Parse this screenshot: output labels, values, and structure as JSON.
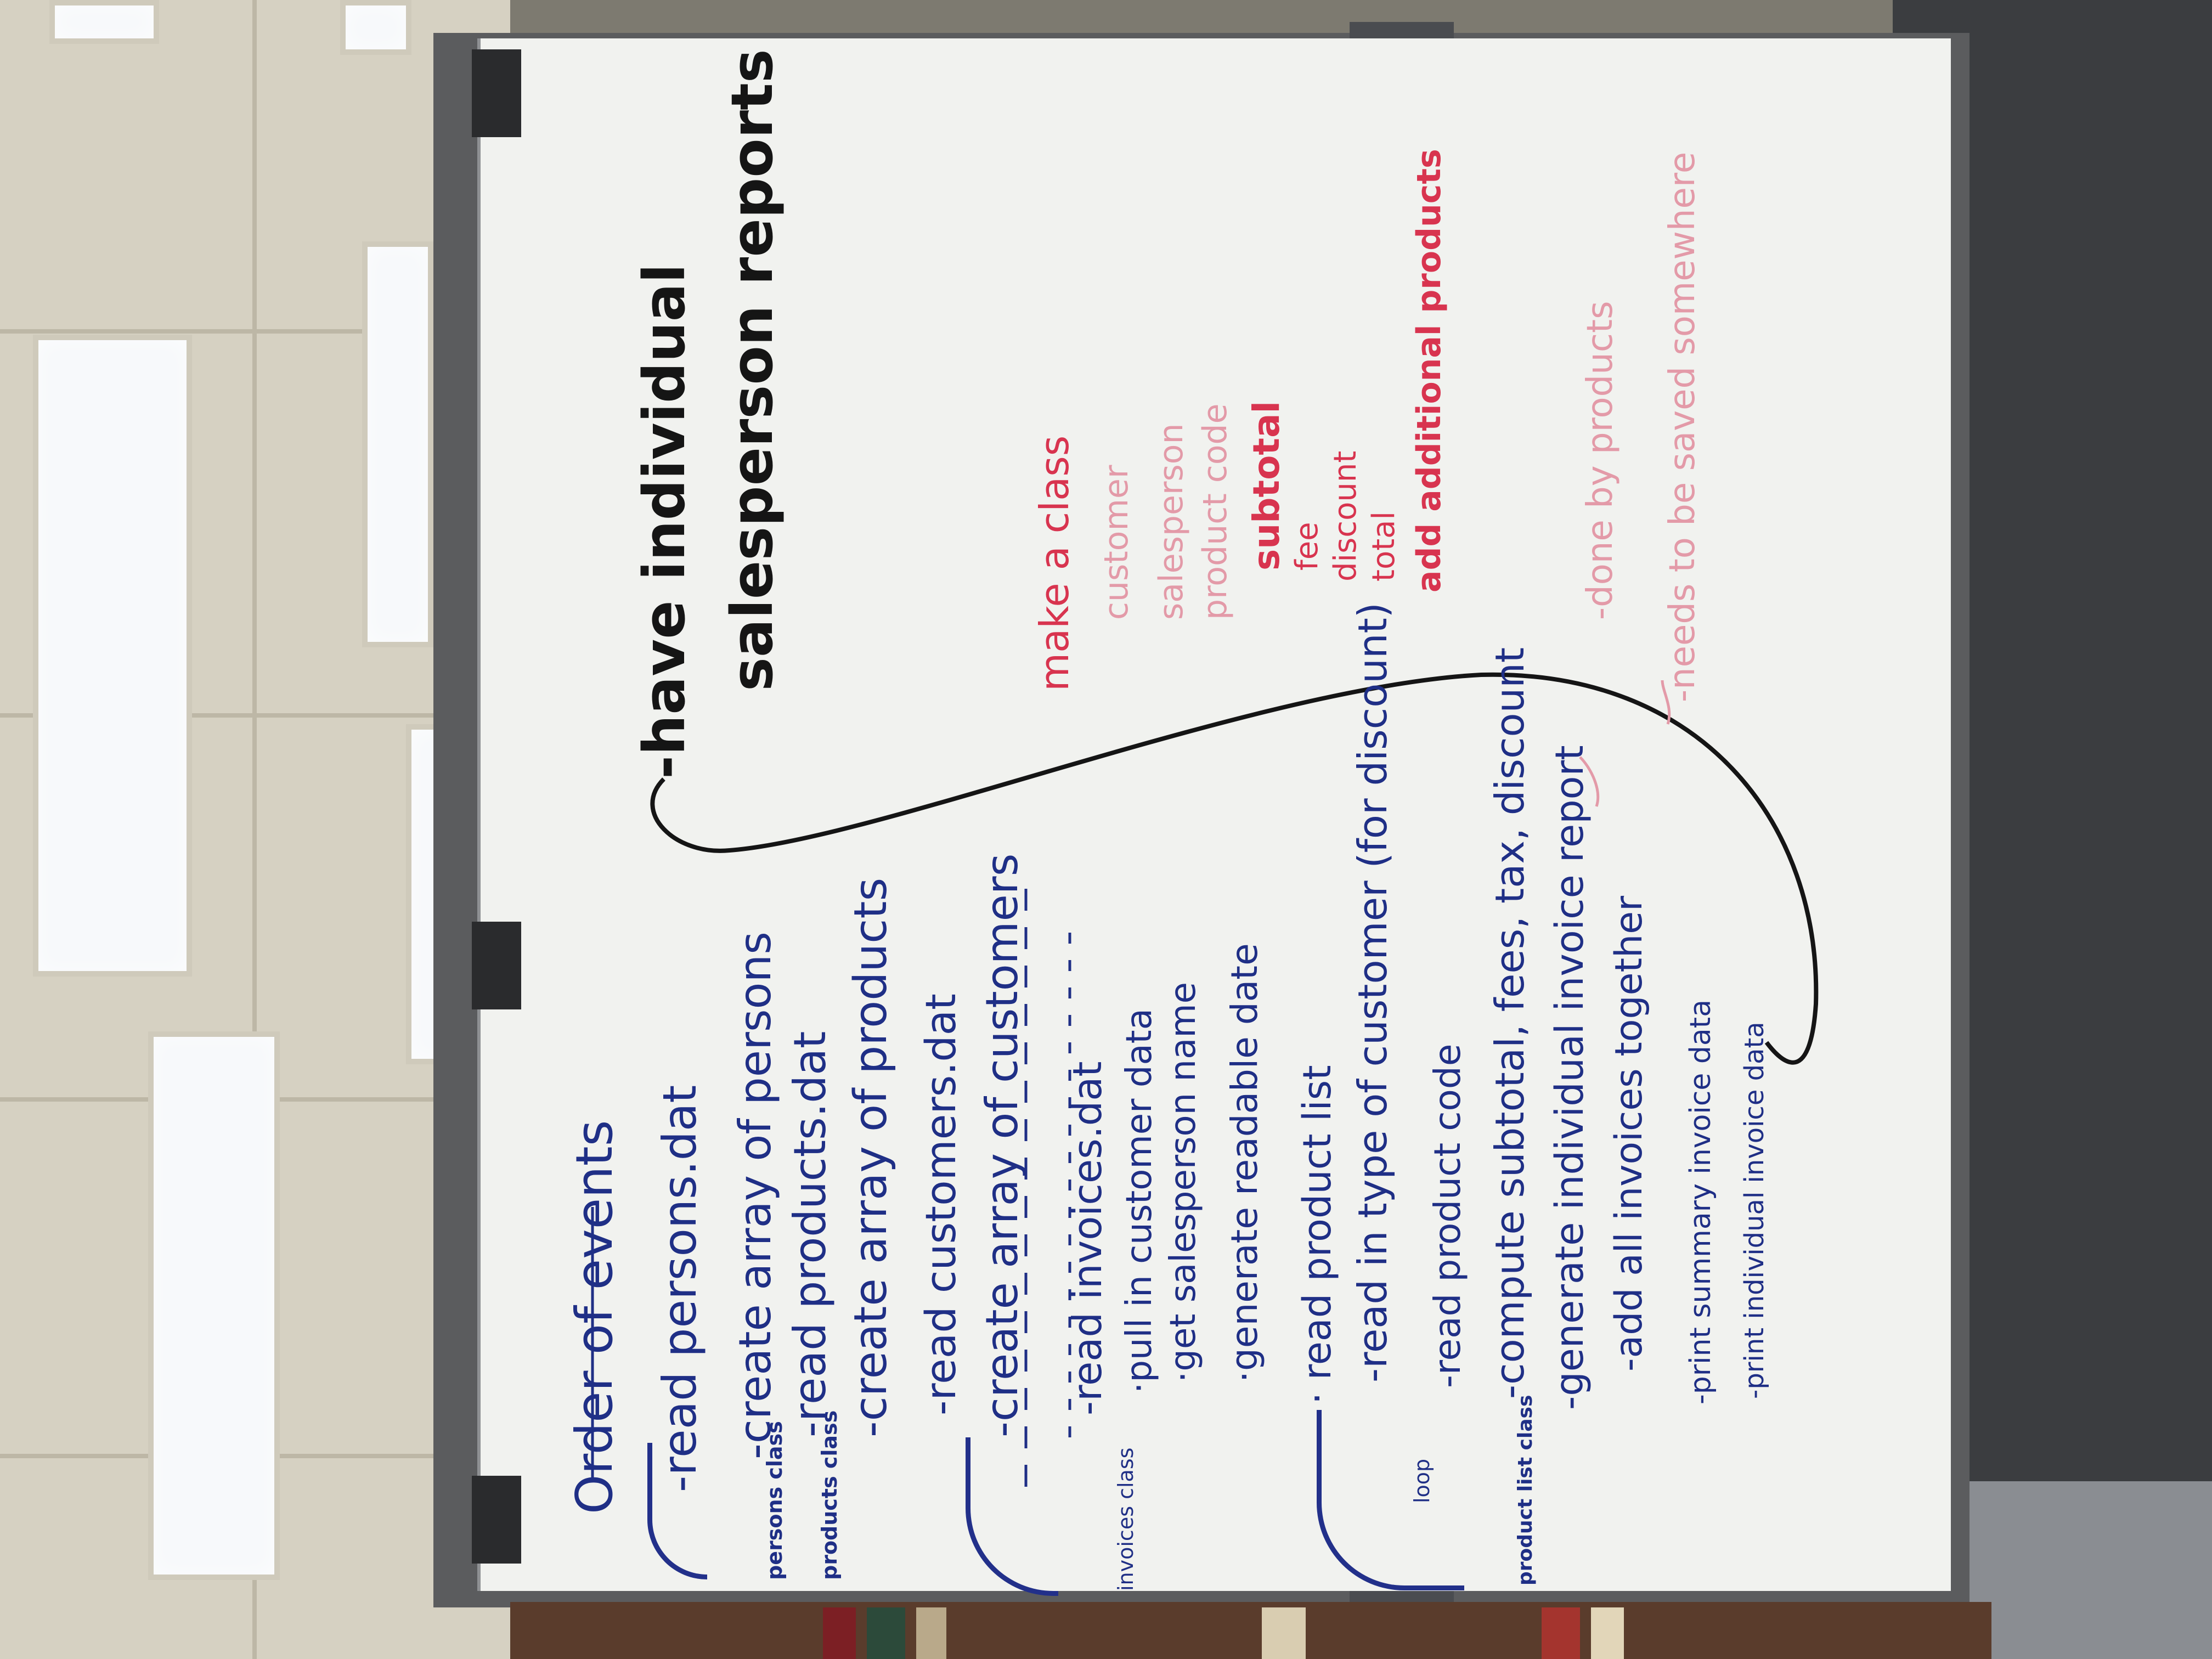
{
  "whiteboard": {
    "heading": "Order of events",
    "steps": [
      "-read persons.dat",
      "-create array of persons",
      "-read products.dat",
      "-create array of products",
      "-read customers.dat",
      "-create array of customers",
      "-read invoices.dat",
      "·pull in customer data",
      "·get salesperson name",
      "·generate readable date",
      "· read product list",
      "-read in type of customer (for discount)",
      "-read product code",
      "-compute subtotal, fees, tax, discount",
      "-generate individual invoice report",
      "-add all invoices together",
      "-print summary invoice data",
      "-print individual invoice data"
    ],
    "side_labels": {
      "persons": "persons class",
      "products": "products class",
      "invoices": "invoices class",
      "loop": "loop",
      "product_list": "product list class"
    },
    "note_black": [
      "-have individual",
      "salesperson reports"
    ],
    "note_red_heading": "make a class",
    "note_red_items": [
      "customer",
      "salesperson",
      "product code",
      "subtotal",
      "fee",
      "discount",
      "total",
      "add additional products"
    ],
    "note_pink": [
      "-done by products",
      "-needs to be saved somewhere"
    ]
  },
  "colors": {
    "blue_marker": "#1f2f86",
    "black_marker": "#151515",
    "red_marker": "#d8344f",
    "pink_marker": "#e39aa8",
    "board": "#f1f2ef"
  }
}
